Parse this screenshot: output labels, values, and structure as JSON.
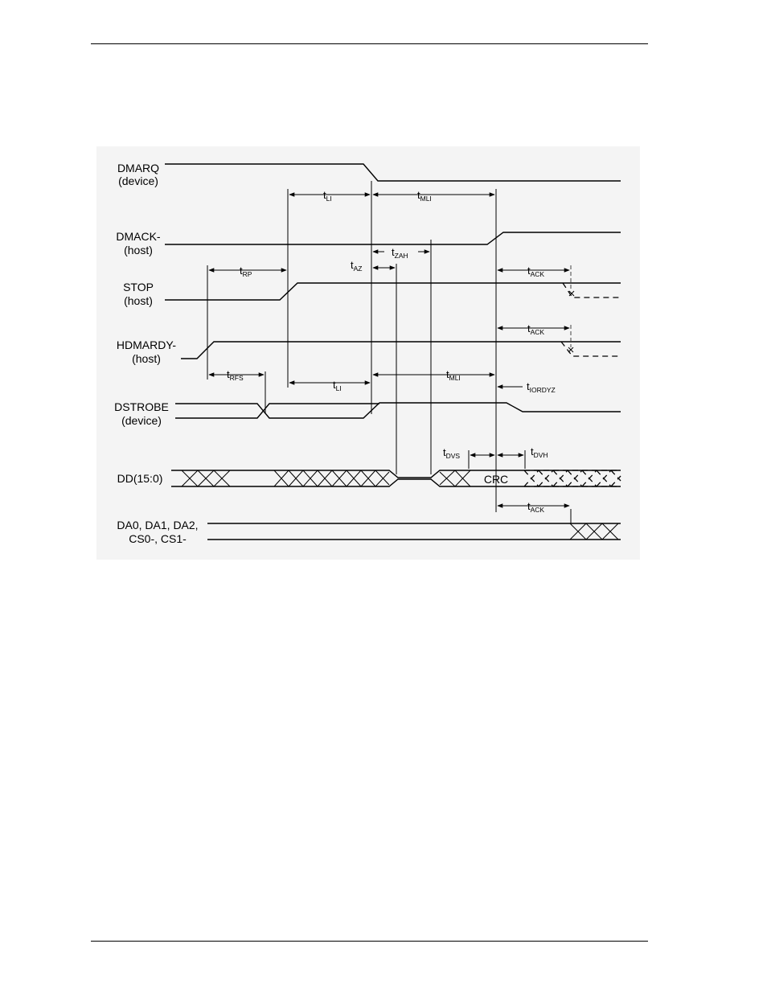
{
  "signals": {
    "dmarq": {
      "name": "DMARQ",
      "role": "(device)"
    },
    "dmack": {
      "name": "DMACK-",
      "role": "(host)"
    },
    "stop": {
      "name": "STOP",
      "role": "(host)"
    },
    "hdmardy": {
      "name": "HDMARDY-",
      "role": "(host)"
    },
    "dstrobe": {
      "name": "DSTROBE",
      "role": "(device)"
    },
    "dd": {
      "name": "DD(15:0)"
    },
    "addr": {
      "line1": "DA0, DA1, DA2,",
      "line2": "CS0-, CS1-"
    }
  },
  "bus_labels": {
    "crc": "CRC"
  },
  "timings": {
    "t_li_top": {
      "base": "t",
      "sub": "LI"
    },
    "t_mli_top": {
      "base": "t",
      "sub": "MLI"
    },
    "t_zah": {
      "base": "t",
      "sub": "ZAH"
    },
    "t_az": {
      "base": "t",
      "sub": "AZ"
    },
    "t_rp": {
      "base": "t",
      "sub": "RP"
    },
    "t_ack_stop": {
      "base": "t",
      "sub": "ACK"
    },
    "t_ack_hdmardy": {
      "base": "t",
      "sub": "ACK"
    },
    "t_rfs": {
      "base": "t",
      "sub": "RFS"
    },
    "t_li_mid": {
      "base": "t",
      "sub": "LI"
    },
    "t_mli_mid": {
      "base": "t",
      "sub": "MLI"
    },
    "t_iordyz": {
      "base": "t",
      "sub": "IORDYZ"
    },
    "t_dvs": {
      "base": "t",
      "sub": "DVS"
    },
    "t_dvh": {
      "base": "t",
      "sub": "DVH"
    },
    "t_ack_addr": {
      "base": "t",
      "sub": "ACK"
    }
  }
}
